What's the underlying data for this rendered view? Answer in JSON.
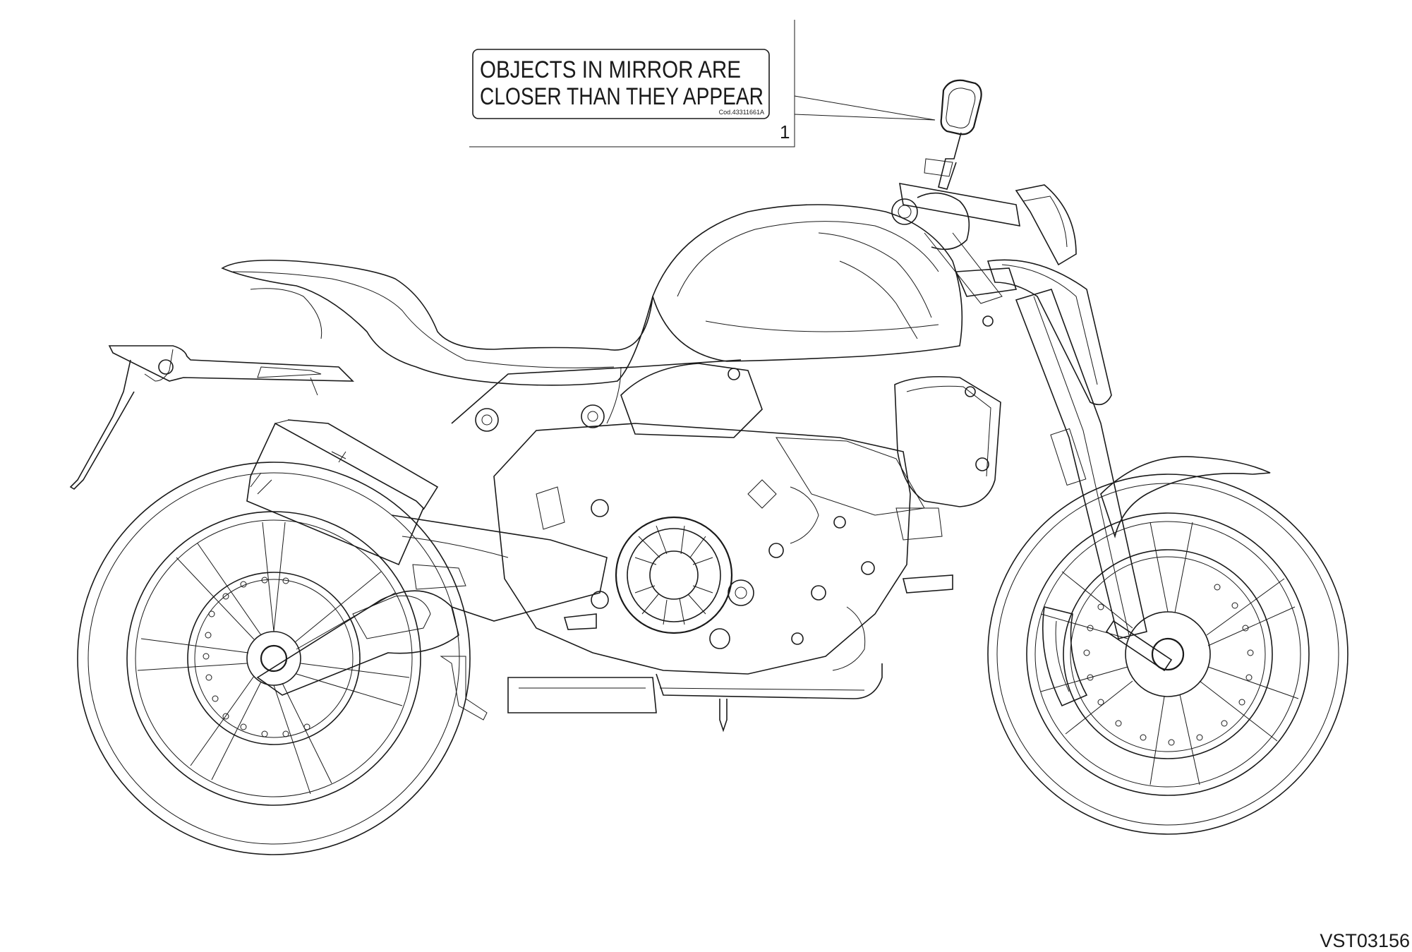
{
  "decal": {
    "line1": "OBJECTS IN MIRROR ARE",
    "line2": "CLOSER THAN THEY APPEAR",
    "code": "Cod.43311661A"
  },
  "callout": {
    "number": "1",
    "target": "mirror"
  },
  "drawing_id": "VST03156",
  "colors": {
    "line": "#1a1a1a",
    "background": "#ffffff"
  }
}
